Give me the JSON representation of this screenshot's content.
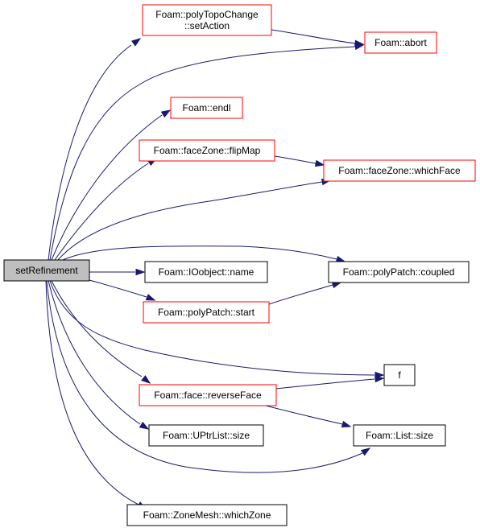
{
  "colors": {
    "edge": "#191970",
    "border_red": "#ff0000",
    "border_black": "#000000",
    "root_fill": "#bfbfbf",
    "node_fill": "#ffffff"
  },
  "nodes": {
    "setRefinement": {
      "lines": [
        "setRefinement"
      ],
      "style": "root"
    },
    "polyTopoChange_setAction": {
      "lines": [
        "Foam::polyTopoChange",
        "::setAction"
      ],
      "style": "red"
    },
    "abort": {
      "lines": [
        "Foam::abort"
      ],
      "style": "red"
    },
    "endl": {
      "lines": [
        "Foam::endl"
      ],
      "style": "red"
    },
    "faceZone_flipMap": {
      "lines": [
        "Foam::faceZone::flipMap"
      ],
      "style": "red"
    },
    "faceZone_whichFace": {
      "lines": [
        "Foam::faceZone::whichFace"
      ],
      "style": "red"
    },
    "IOobject_name": {
      "lines": [
        "Foam::IOobject::name"
      ],
      "style": "black"
    },
    "polyPatch_coupled": {
      "lines": [
        "Foam::polyPatch::coupled"
      ],
      "style": "black"
    },
    "polyPatch_start": {
      "lines": [
        "Foam::polyPatch::start"
      ],
      "style": "red"
    },
    "f": {
      "lines": [
        "f"
      ],
      "style": "black"
    },
    "face_reverseFace": {
      "lines": [
        "Foam::face::reverseFace"
      ],
      "style": "red"
    },
    "UPtrList_size": {
      "lines": [
        "Foam::UPtrList::size"
      ],
      "style": "black"
    },
    "List_size": {
      "lines": [
        "Foam::List::size"
      ],
      "style": "black"
    },
    "ZoneMesh_whichZone": {
      "lines": [
        "Foam::ZoneMesh::whichZone"
      ],
      "style": "black"
    }
  },
  "edges": [
    {
      "from": "setRefinement",
      "to": "polyTopoChange_setAction"
    },
    {
      "from": "setRefinement",
      "to": "abort"
    },
    {
      "from": "polyTopoChange_setAction",
      "to": "abort"
    },
    {
      "from": "setRefinement",
      "to": "endl"
    },
    {
      "from": "setRefinement",
      "to": "faceZone_flipMap"
    },
    {
      "from": "setRefinement",
      "to": "faceZone_whichFace"
    },
    {
      "from": "faceZone_flipMap",
      "to": "faceZone_whichFace"
    },
    {
      "from": "setRefinement",
      "to": "polyPatch_coupled"
    },
    {
      "from": "setRefinement",
      "to": "IOobject_name"
    },
    {
      "from": "setRefinement",
      "to": "polyPatch_start"
    },
    {
      "from": "polyPatch_start",
      "to": "polyPatch_coupled"
    },
    {
      "from": "setRefinement",
      "to": "f"
    },
    {
      "from": "setRefinement",
      "to": "face_reverseFace"
    },
    {
      "from": "face_reverseFace",
      "to": "f"
    },
    {
      "from": "face_reverseFace",
      "to": "List_size"
    },
    {
      "from": "setRefinement",
      "to": "UPtrList_size"
    },
    {
      "from": "setRefinement",
      "to": "List_size"
    },
    {
      "from": "setRefinement",
      "to": "ZoneMesh_whichZone"
    }
  ]
}
